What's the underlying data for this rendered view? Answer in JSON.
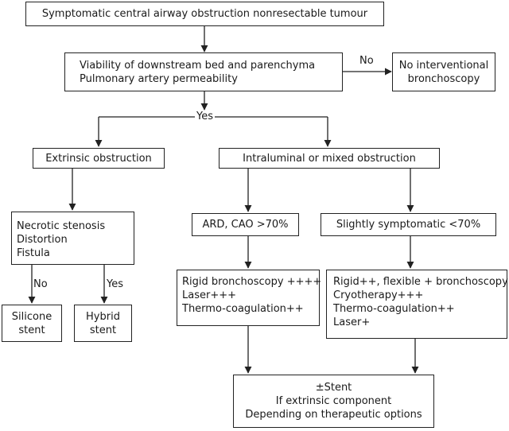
{
  "nodes": {
    "start": {
      "lines": [
        "Symptomatic central airway obstruction nonresectable tumour"
      ]
    },
    "viability": {
      "lines": [
        "Viability of downstream bed and parenchyma",
        "Pulmonary artery permeability"
      ]
    },
    "no_intervention": {
      "lines": [
        "No interventional",
        "bronchoscopy"
      ]
    },
    "extrinsic": {
      "lines": [
        "Extrinsic obstruction"
      ]
    },
    "intraluminal": {
      "lines": [
        "Intraluminal or mixed obstruction"
      ]
    },
    "necrotic": {
      "lines": [
        "Necrotic stenosis",
        "Distortion",
        "Fistula"
      ]
    },
    "ard": {
      "lines": [
        "ARD, CAO >70%"
      ]
    },
    "slightly": {
      "lines": [
        "Slightly symptomatic <70%"
      ]
    },
    "silicone": {
      "lines": [
        "Silicone",
        "stent"
      ]
    },
    "hybrid": {
      "lines": [
        "Hybrid",
        "stent"
      ]
    },
    "rigid": {
      "lines": [
        "Rigid bronchoscopy ++++",
        "Laser+++",
        "Thermo-coagulation++"
      ]
    },
    "flexible": {
      "lines": [
        "Rigid++, flexible + bronchoscopy",
        "Cryotherapy+++",
        "Thermo-coagulation++",
        "Laser+"
      ]
    },
    "stent": {
      "lines": [
        "±Stent",
        "If extrinsic component",
        "Depending on therapeutic options"
      ]
    }
  },
  "edge_labels": {
    "no_top": "No",
    "yes_top": "Yes",
    "no_left": "No",
    "yes_left": "Yes"
  }
}
